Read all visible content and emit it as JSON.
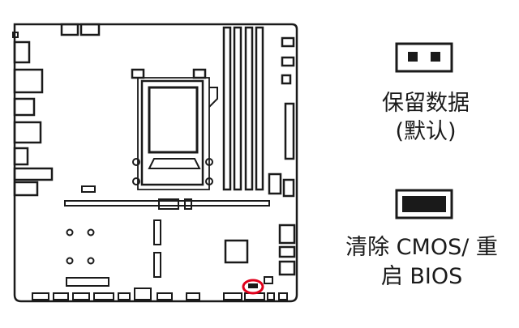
{
  "legend": {
    "keep": {
      "label": "保留数据",
      "sublabel": "(默认)",
      "icon": "jumper-open-icon"
    },
    "clear": {
      "label_line1": "清除 CMOS/ 重",
      "label_line2": "启 BIOS",
      "icon": "jumper-closed-icon"
    }
  },
  "colors": {
    "outline": "#1a1a1a",
    "highlight": "#e0001b",
    "background": "#ffffff"
  }
}
